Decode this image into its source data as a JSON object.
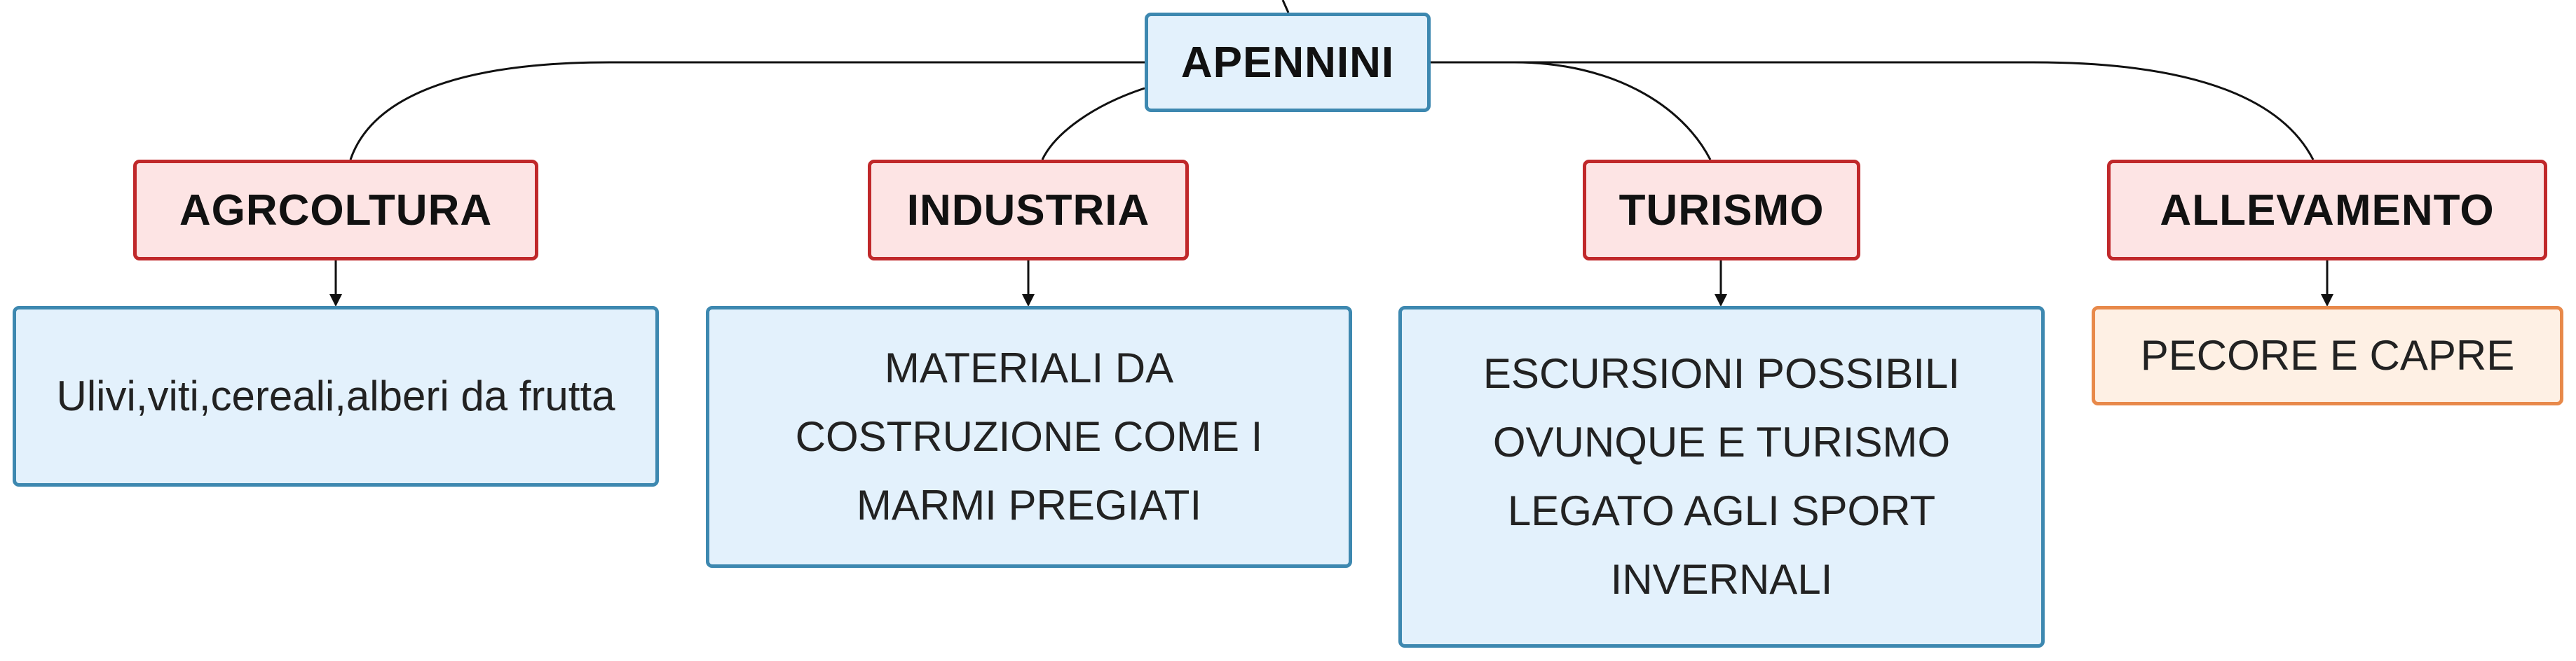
{
  "root": {
    "label": "APENNINI"
  },
  "categories": [
    {
      "label": "AGRCOLTURA",
      "detail": "Ulivi,viti,cereali,alberi da frutta"
    },
    {
      "label": "INDUSTRIA",
      "detail": "MATERIALI DA COSTRUZIONE COME I MARMI PREGIATI"
    },
    {
      "label": "TURISMO",
      "detail": "ESCURSIONI POSSIBILI OVUNQUE E TURISMO LEGATO AGLI SPORT INVERNALI"
    },
    {
      "label": "ALLEVAMENTO",
      "detail": "PECORE E CAPRE"
    }
  ],
  "colors": {
    "root_fill": "#e3f1fc",
    "root_border": "#3d88b0",
    "category_fill": "#fde4e4",
    "category_border": "#c0282a",
    "detail_fill": "#e3f1fc",
    "detail_border": "#3d88b0",
    "highlight_fill": "#fef0e4",
    "highlight_border": "#e8894a",
    "line": "#111111"
  }
}
